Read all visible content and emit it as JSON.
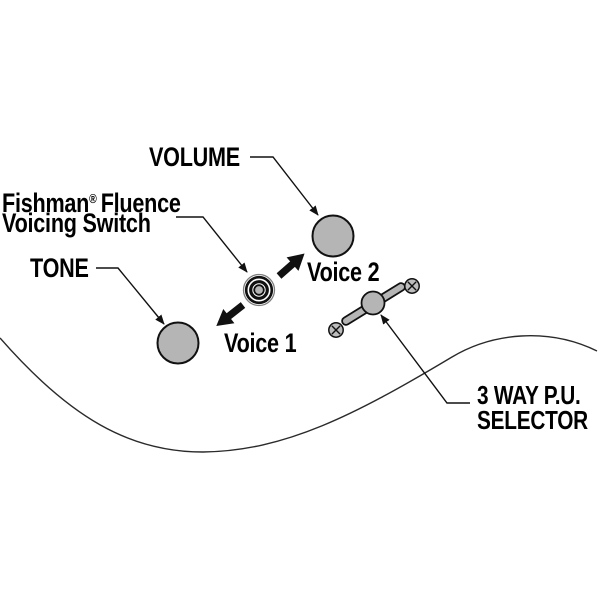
{
  "labels": {
    "volume": "VOLUME",
    "fishman_brand": "Fishman",
    "registered_mark": "®",
    "fishman_rest": "Fluence",
    "voicing_switch_line2": "Voicing Switch",
    "tone": "TONE",
    "voice_1": "Voice 1",
    "voice_2": "Voice 2",
    "selector_line_1": "3 WAY P.U.",
    "selector_line_2": "SELECTOR"
  },
  "components": {
    "volume_knob": "volume-knob",
    "tone_knob": "tone-knob",
    "voicing_switch": "fishman-fluence-voicing-switch",
    "pickup_selector": "3-way-pickup-selector",
    "body_edge": "guitar-body-contour"
  },
  "colors": {
    "background": "#ffffff",
    "outline": "#111111",
    "knob_fill": "#b5b5b5",
    "screw_fill": "#bdbdbd",
    "text": "#000000"
  }
}
